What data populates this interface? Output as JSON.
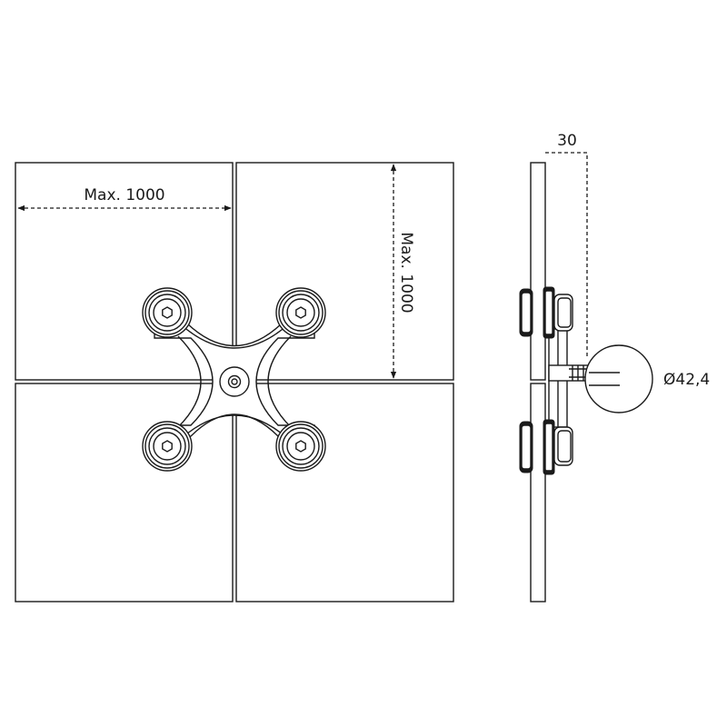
{
  "dimensions": {
    "width_label": "Max. 1000",
    "height_label": "Max. 1000",
    "offset_label": "30",
    "diameter_label": "Ø42,4"
  },
  "colors": {
    "line": "#1a1a1a",
    "background": "#ffffff"
  }
}
